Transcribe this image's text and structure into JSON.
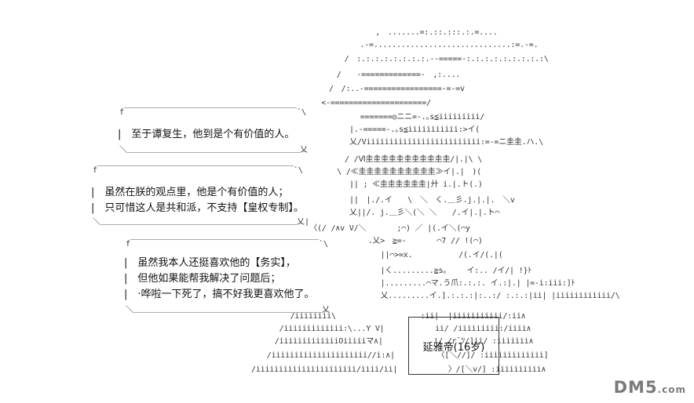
{
  "bubble1": {
    "lines": [
      "至于谭复生，他到是个有价值的人。"
    ]
  },
  "bubble2": {
    "lines": [
      "虽然在朕的观点里，他是个有价值的人；",
      "只可惜这人是共和派，不支持【皇权专制】。"
    ]
  },
  "bubble3": {
    "lines": [
      "虽然我本人还挺喜欢他的【务实】，",
      "但他如果能帮我解决了问题后；",
      "·哗啦一下死了，搞不好我更喜欢他了。"
    ]
  },
  "name_label": "延雅帝(16岁)",
  "watermark": {
    "main": "DM5",
    "suffix": ".com"
  },
  "art_lines": [
    "　　　　　　　　　,　.......=:.::.:::.:.=....",
    "　　　　　　　　.-=..............................:=.-=.",
    "　　　　　　　/　:.:.:.:.:.:.:.:.--=====-:.:.:.:.:.:.:.:.:\\",
    "　　　　　　/　　-=============-　,:....",
    "　　　　　/　/:..-=================-=-=v",
    "　　　　<-=====================/",
    "　　　　　　=======◎ニニ=-.｡s≦iiiiiiiii/",
    "　　　　 |.-=====-.｡s≦iiiiiiiiiii:>イ(",
    "　　　　 乂/Viiiiiiiiiiiiiiiiiiiiiiiii:=-=ニ圭圭.ハ.\\",
    "　　　　　/ /Ⅵ圭圭圭圭圭圭圭圭圭圭圭/|.|\\ \\",
    "　　　　\\ /≪圭圭圭圭圭圭圭圭圭圭≫イ|.|　)(",
    "　　　　 || ; ≪圭圭圭圭圭圭|廾 i.|.ト(.)",
    "　　　　 ||　|./.イ　　\\　＼　く.＿彡.j.|.|.　＼v",
    "　　　　 乂||/. j.＿彡＼(＼ ＼　　/.イ|.|.ト⌒",
    "　　　　〈(/ /∧v V/＼　　　　;⌒) ／ |(.イ＼(⌒y",
    "　　　　　　　.乂>　≧=-　　　　⌒7 // !(⌒)",
    "　　　　　　 ||⌒>=x.　　　　　　/(.イ/(.|(",
    "　　　　　　 |く.........≧s。　　 イ:.. /イ/| !}ﾄ",
    "　　　　　　 |.........⌒マ.う爪:.:.:. イ.:|.| |=-i:iii:]ﾄ",
    "　　　　　　 乂.........イ.].:.:.:|:..:/ :.:.:|ii| |iiiiiiiiiiii/\\",
    "　　/iiiiiiii\\　　　　　　　　　　　:ii|  |iiiiiiiiiii/:ii∧",
    "　 /iiiiiiiiiiiii:\\...Y V|　　　　　　 ii/ /iiiiiiiii:/iiii∧",
    "　/iiiiiiiiiiiiiOiiiiiマ∧|　　　　　　 !/ /r¯ﾂ/]ii/ :iiiiiii∧",
    "　/iiiiiiiiiiiiiiiiiiiii//i:∧|　　　　　　〈[＼//]/ :iiiiiiiiiiiii]",
    "/iiiiiiiiiiiiiiiiiiiiii/iiii/ii|　　　　　　 〉/[＼v/] :iiiiiiiiii∧"
  ]
}
